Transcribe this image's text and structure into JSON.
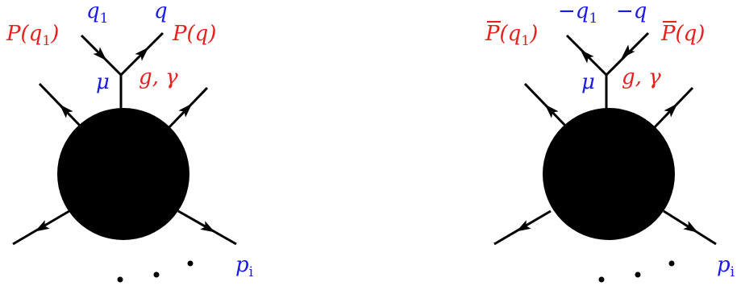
{
  "colors": {
    "particle": "#e8201e",
    "momentum": "#1a1aee",
    "ink": "#000000"
  },
  "left": {
    "p_q1": "P(q",
    "p_q1_sub": "1",
    "p_q1_close": ")",
    "q1": "q",
    "q1_sub": "1",
    "q": "q",
    "p_q": "P(q)",
    "mu": "μ",
    "g_gamma": "g, γ",
    "p_i": "p",
    "p_i_sub": "i"
  },
  "right": {
    "pbar_q1": "P",
    "pbar_q1_rest": "(q",
    "pbar_q1_sub": "1",
    "pbar_q1_close": ")",
    "minus_q1": "−q",
    "minus_q1_sub": "1",
    "minus_q": "−q",
    "pbar_q": "P",
    "pbar_q_rest": "(q)",
    "mu": "μ",
    "g_gamma": "g, γ",
    "p_i": "p",
    "p_i_sub": "i"
  }
}
